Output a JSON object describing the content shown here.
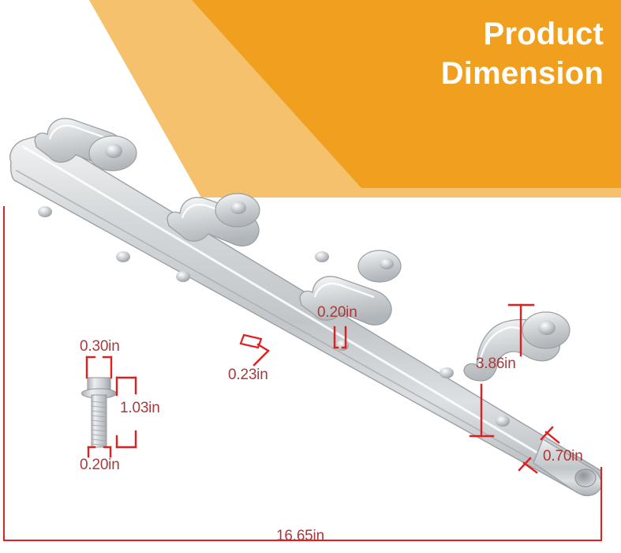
{
  "banner": {
    "title_lines": [
      "Product",
      "Dimension"
    ],
    "color_main": "#f0a01e",
    "color_accent": "#f5c16c",
    "text_color": "#ffffff"
  },
  "product": {
    "name": "ignition-coil-mounting-bracket",
    "material_color": "#d4d6d8",
    "highlight_color": "#ffffff",
    "shadow_color": "#9fa3a7",
    "hook_count": 4,
    "accessory": "hex-flange-bolt"
  },
  "dimensions": {
    "line_color": "#e02020",
    "text_color": "#a83a3a",
    "items": [
      {
        "id": "bolt_head_width",
        "value": "0.30in",
        "target": "hex-flange-bolt-head"
      },
      {
        "id": "bolt_length",
        "value": "1.03in",
        "target": "hex-flange-bolt-overall"
      },
      {
        "id": "bolt_shank_diameter",
        "value": "0.20in",
        "target": "hex-flange-bolt-shank"
      },
      {
        "id": "plate_thickness",
        "value": "0.23in",
        "target": "bracket-bar-thickness"
      },
      {
        "id": "hole_diameter",
        "value": "0.20in",
        "target": "bracket-mounting-hole"
      },
      {
        "id": "bracket_height",
        "value": "3.86in",
        "target": "bracket-hook-height"
      },
      {
        "id": "tail_width",
        "value": "0.70in",
        "target": "bracket-tail-width"
      },
      {
        "id": "overall_length",
        "value": "16.65in",
        "target": "bracket-overall-length"
      }
    ]
  }
}
